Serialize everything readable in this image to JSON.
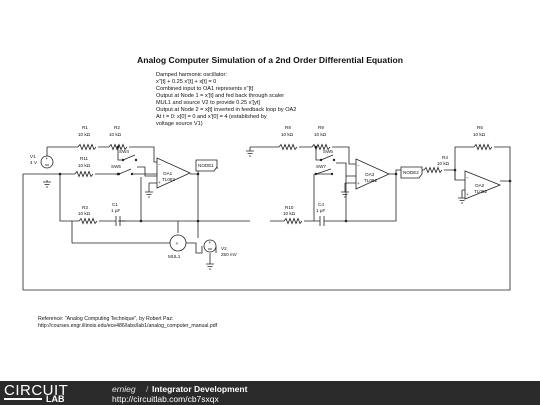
{
  "title": "Analog Computer Simulation of a 2nd Order Differential Equation",
  "notes": [
    "Damped harmonic oscillator:",
    "x''[t] + 0.25 x'[t] + x[t] = 0",
    "Combined input to OA1 represents x''[t]",
    "Output at Node 1 = x'[t] and fed back through scaler",
    "MUL1 and source V2 to provide 0.25 x'[yt]",
    "Output at Node 2 = x[t] inverted in feedback loop by OA2",
    "At t = 0: x[0] = 0 and x'[0] = 4 (established by",
    "  voltage source V1)"
  ],
  "components": {
    "r1": {
      "name": "R1",
      "value": "10 kΩ"
    },
    "r2": {
      "name": "R2",
      "value": "10 kΩ"
    },
    "r11": {
      "name": "R11",
      "value": "10 kΩ"
    },
    "r3": {
      "name": "R3",
      "value": "10 kΩ"
    },
    "r8": {
      "name": "R8",
      "value": "10 kΩ"
    },
    "r9": {
      "name": "R9",
      "value": "10 kΩ"
    },
    "r10": {
      "name": "R10",
      "value": "10 kΩ"
    },
    "r4": {
      "name": "R4",
      "value": "10 kΩ"
    },
    "r5": {
      "name": "R5",
      "value": "10 kΩ"
    },
    "c1": {
      "name": "C1",
      "value": "1 µF"
    },
    "c4": {
      "name": "C4",
      "value": "1 µF"
    },
    "v1": {
      "name": "V1",
      "value": "4 V"
    },
    "v2": {
      "name": "V2",
      "value": "250 mV"
    },
    "sw4": "SW4",
    "sw5": "SW5",
    "sw6": "SW6",
    "sw7": "SW7",
    "oa1": {
      "name": "OA1",
      "part": "TL082"
    },
    "oa3": {
      "name": "OA3",
      "part": "TL082"
    },
    "oa2": {
      "name": "OA2",
      "part": "TL082"
    },
    "mul1": "MUL1",
    "node1": "NODE1",
    "node2": "NODE2"
  },
  "reference": [
    "Reference: \"Analog Computing Technique\", by Robert Paz:",
    "http://courses.engr.illinois.edu/ece486/labs/lab1/analog_computer_manual.pdf"
  ],
  "footer": {
    "logo_main": "CIRCUIT",
    "logo_sub": "LAB",
    "user": "ernieg",
    "separator": "/",
    "project": "Integrator Development",
    "url": "http://circuitlab.com/cb7sxqx"
  }
}
